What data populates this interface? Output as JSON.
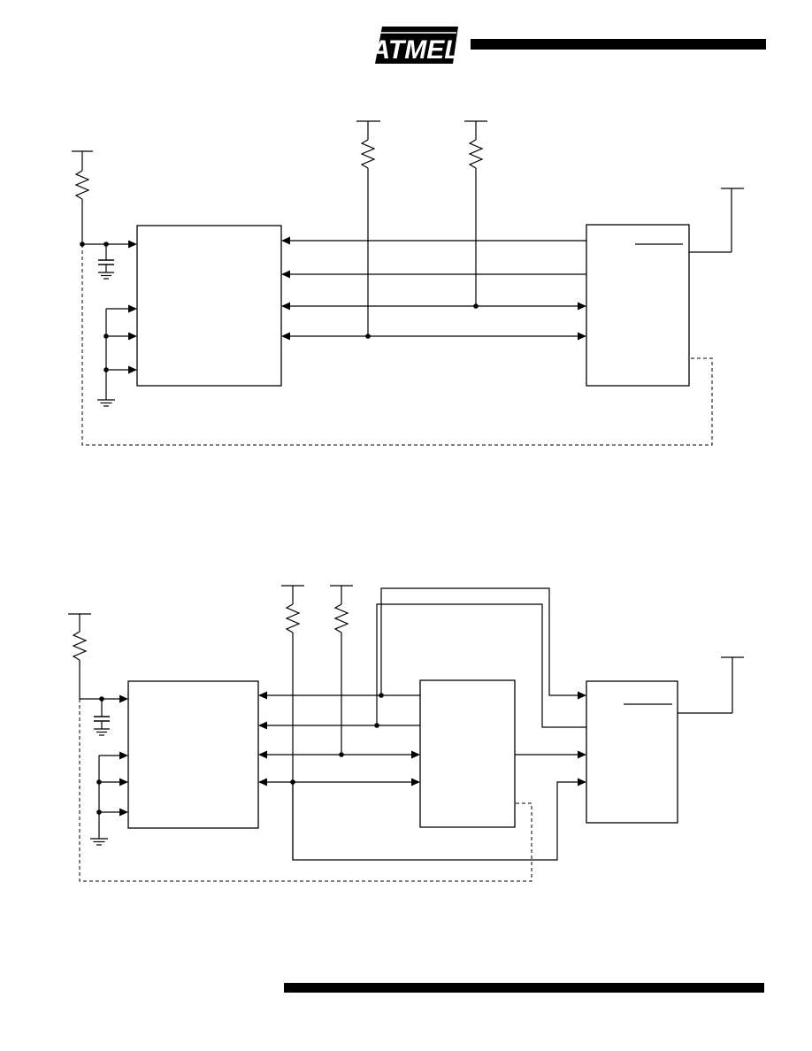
{
  "header": {
    "logo": {
      "text": "ATMEL",
      "icon": "atmel-logo"
    }
  },
  "colors": {
    "ink": "#000000",
    "paper": "#ffffff"
  },
  "diagrams": [
    {
      "id": "top-circuit",
      "blocks": [
        "left-controller-block",
        "right-device-block"
      ],
      "pull_up_resistors": 3,
      "signal_lines": 4,
      "dashed_connection": true
    },
    {
      "id": "bottom-circuit",
      "blocks": [
        "left-controller-block",
        "middle-device-block",
        "right-device-block"
      ],
      "pull_up_resistors": 3,
      "signal_lines": 4,
      "dashed_connection": true
    }
  ]
}
